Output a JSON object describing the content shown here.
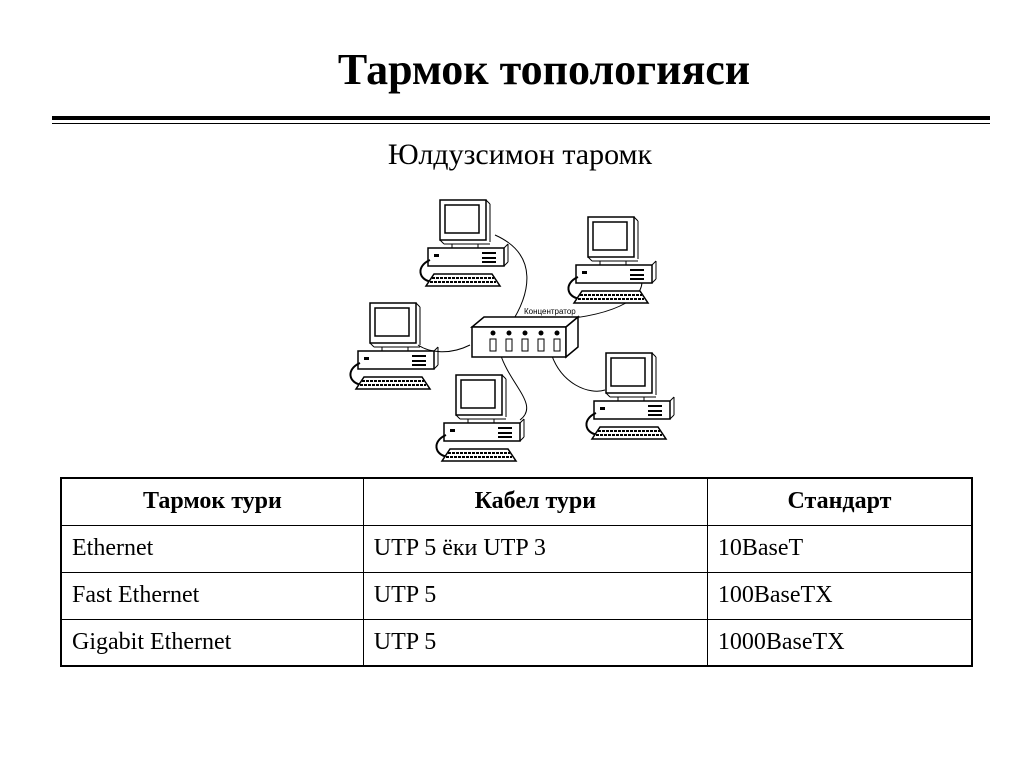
{
  "slide": {
    "title": "Тармок топологияси",
    "subtitle": "Юлдузсимон таромк"
  },
  "diagram": {
    "hub_label": "Концентратор",
    "computer_count_shown": 5
  },
  "table": {
    "headers": [
      "Тармок тури",
      "Кабел тури",
      "Стандарт"
    ],
    "rows": [
      [
        "Ethernet",
        "UTP 5 ёки UTP 3",
        "10BaseT"
      ],
      [
        "Fast Ethernet",
        "UTP 5",
        "100BaseTX"
      ],
      [
        "Gigabit Ethernet",
        "UTP 5",
        "1000BaseTX"
      ]
    ]
  }
}
